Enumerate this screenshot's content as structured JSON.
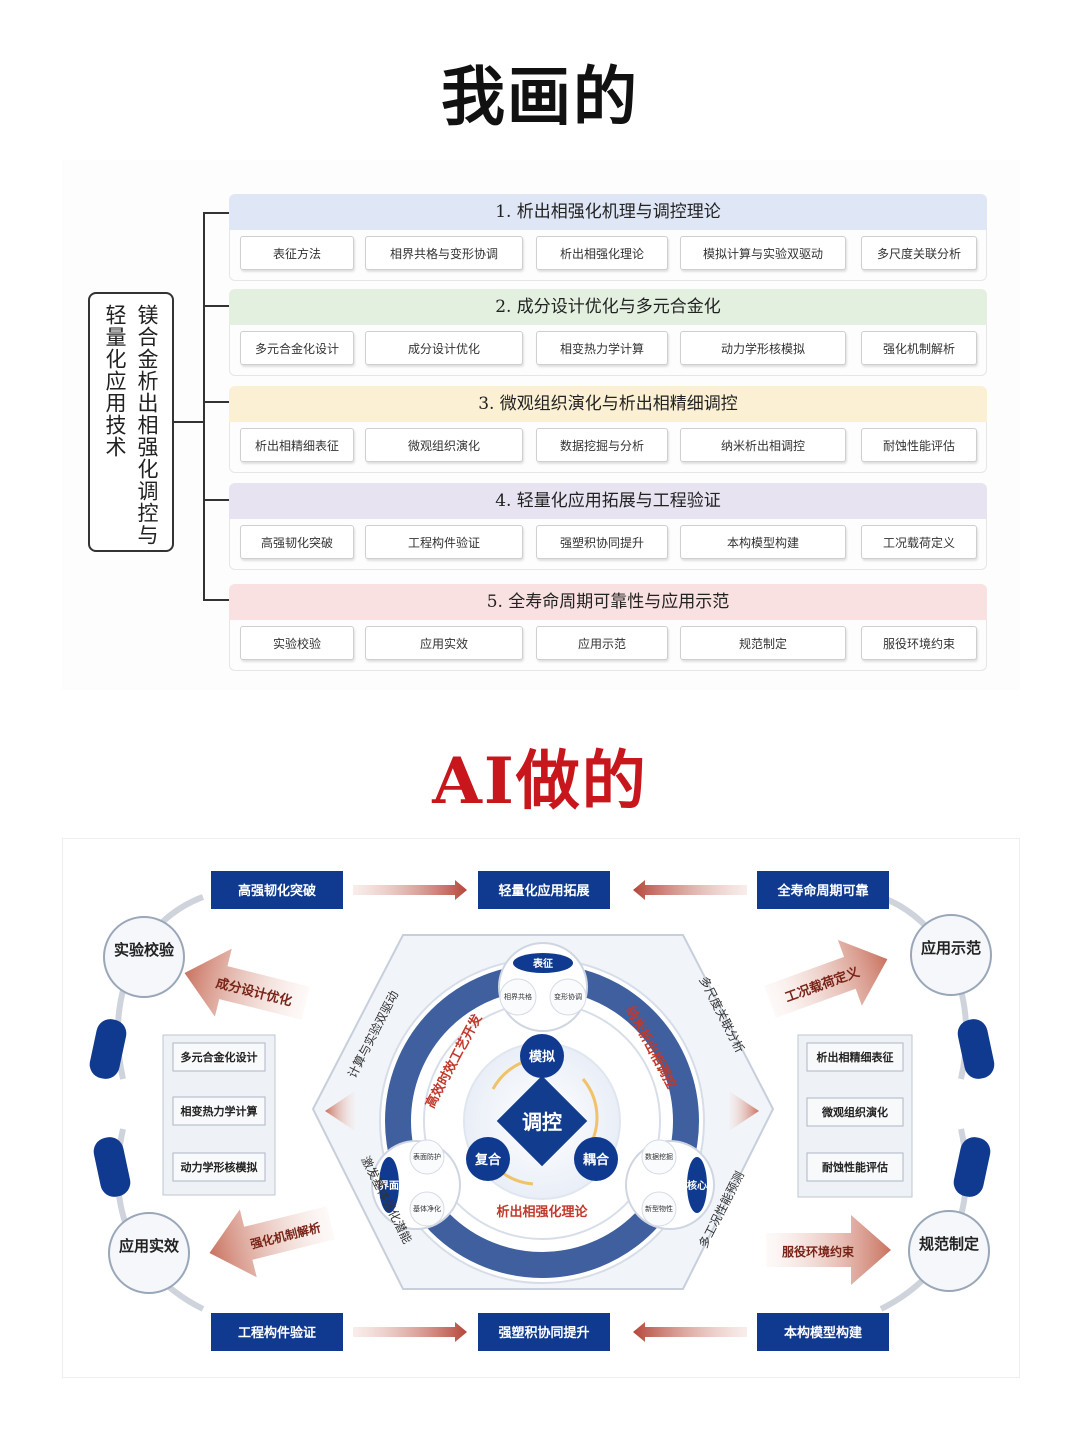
{
  "titles": {
    "top": "我画的",
    "bottom": "AI做的"
  },
  "colors": {
    "navy": "#0f3a8f",
    "red_title": "#c8161d"
  },
  "top_diagram": {
    "root_col1": "镁合金析出相强化调控与",
    "root_col2": "轻量化应用技术",
    "groups": [
      {
        "title": "1. 析出相强化机理与调控理论",
        "color": "#dfe6f6",
        "items": [
          "表征方法",
          "相界共格与变形协调",
          "析出相强化理论",
          "模拟计算与实验双驱动",
          "多尺度关联分析"
        ]
      },
      {
        "title": "2. 成分设计优化与多元合金化",
        "color": "#e3efdf",
        "items": [
          "多元合金化设计",
          "成分设计优化",
          "相变热力学计算",
          "动力学形核模拟",
          "强化机制解析"
        ]
      },
      {
        "title": "3. 微观组织演化与析出相精细调控",
        "color": "#fbefd4",
        "items": [
          "析出相精细表征",
          "微观组织演化",
          "数据挖掘与分析",
          "纳米析出相调控",
          "耐蚀性能评估"
        ]
      },
      {
        "title": "4. 轻量化应用拓展与工程验证",
        "color": "#e7e3f1",
        "items": [
          "高强韧化突破",
          "工程构件验证",
          "强塑积协同提升",
          "本构模型构建",
          "工况载荷定义"
        ]
      },
      {
        "title": "5. 全寿命周期可靠性与应用示范",
        "color": "#f8e1e0",
        "items": [
          "实验校验",
          "应用实效",
          "应用示范",
          "规范制定",
          "服役环境约束"
        ]
      }
    ]
  },
  "bottom_diagram": {
    "top_boxes": [
      "高强韧化突破",
      "轻量化应用拓展",
      "全寿命周期可靠"
    ],
    "bottom_boxes": [
      "工程构件验证",
      "强塑积协同提升",
      "本构模型构建"
    ],
    "circles": [
      "实验校验",
      "应用示范",
      "应用实效",
      "规范制定"
    ],
    "arrows": [
      "成分设计优化",
      "工况载荷定义",
      "强化机制解析",
      "服役环境约束"
    ],
    "left_panel": [
      "多元合金化设计",
      "相变热力学计算",
      "动力学形核模拟"
    ],
    "right_panel": [
      "析出相精细表征",
      "微观组织演化",
      "耐蚀性能评估"
    ],
    "hex_edges": [
      "计算与实验双驱动",
      "多尺度关联分析",
      "激发基体强化潜能",
      "多工况性能预测"
    ],
    "ring_texts": [
      "高效时效工艺开发",
      "纳米析出相调控",
      "析出相强化理论"
    ],
    "center": "调控",
    "nodes": [
      "模拟",
      "复合",
      "耦合"
    ],
    "top_bubble": {
      "label": "表征",
      "left": "相界共格",
      "right": "变形协调"
    },
    "left_bubble": {
      "label": "界面",
      "top": "表面防护",
      "bottom": "基体净化"
    },
    "right_bubble": {
      "label": "核心",
      "top": "数据挖掘",
      "bottom": "新型物性"
    }
  }
}
